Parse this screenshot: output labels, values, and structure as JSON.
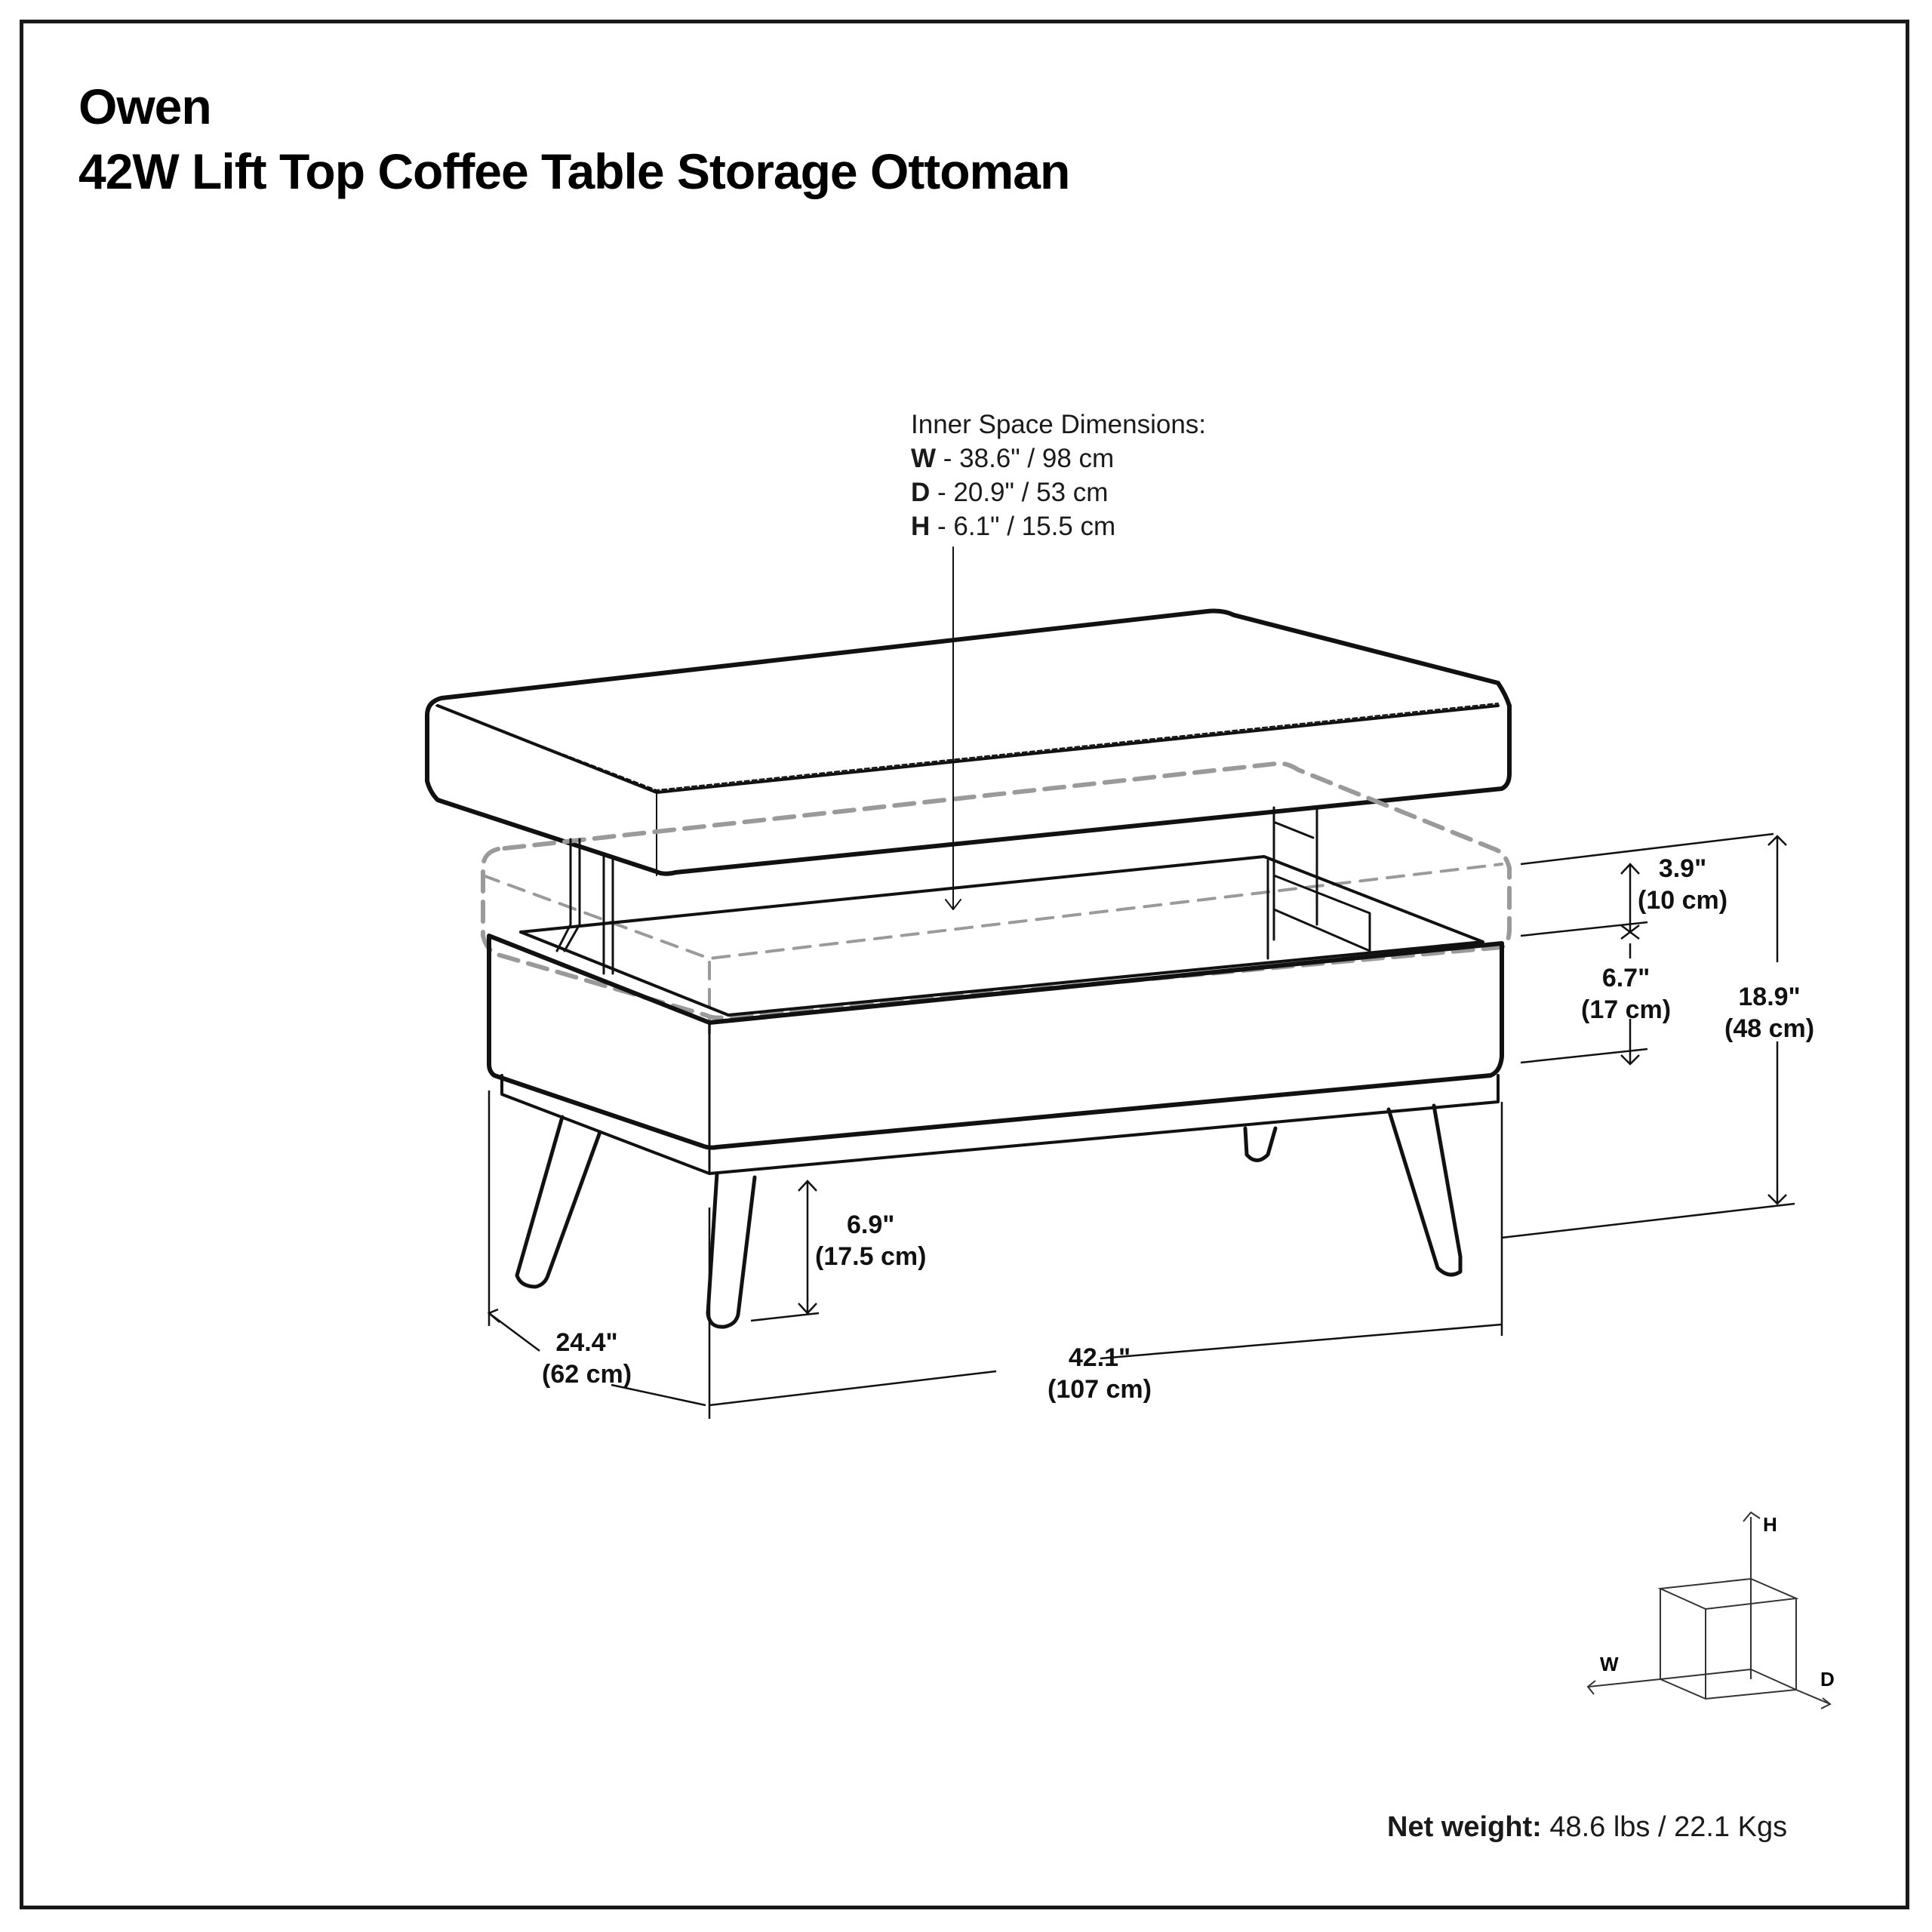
{
  "title": {
    "name": "Owen",
    "product": "42W Lift Top Coffee Table Storage Ottoman"
  },
  "inner_space": {
    "heading": "Inner Space Dimensions:",
    "rows": [
      {
        "axis": "W",
        "value": " - 38.6\" / 98 cm"
      },
      {
        "axis": "D",
        "value": " - 20.9\" / 53 cm"
      },
      {
        "axis": "H",
        "value": " - 6.1\" / 15.5 cm"
      }
    ]
  },
  "dimensions": {
    "lift_height": {
      "in": "3.9\"",
      "cm": "(10 cm)"
    },
    "body_height": {
      "in": "6.7\"",
      "cm": "(17 cm)"
    },
    "total_height": {
      "in": "18.9\"",
      "cm": "(48 cm)"
    },
    "leg_height": {
      "in": "6.9\"",
      "cm": "(17.5 cm)"
    },
    "depth": {
      "in": "24.4\"",
      "cm": "(62 cm)"
    },
    "width": {
      "in": "42.1\"",
      "cm": "(107 cm)"
    }
  },
  "axes_legend": {
    "h": "H",
    "w": "W",
    "d": "D"
  },
  "net_weight": {
    "label": "Net weight:",
    "value": " 48.6 lbs / 22.1 Kgs"
  },
  "colors": {
    "line": "#111111",
    "ghost": "#9a9a9a",
    "frame": "#1a1a1a"
  }
}
